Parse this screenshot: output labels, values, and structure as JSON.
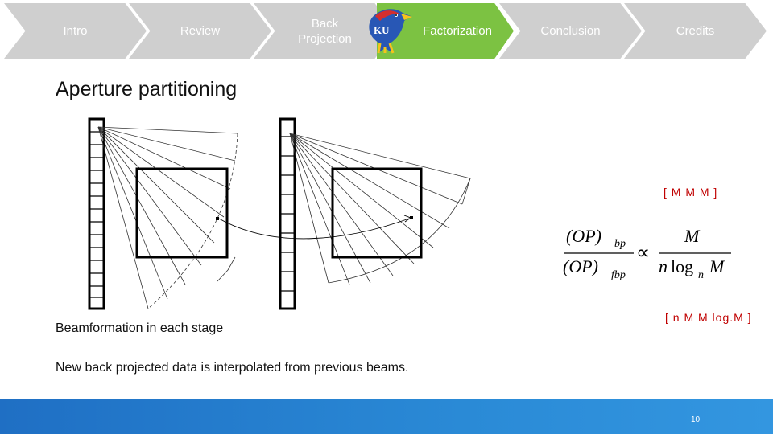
{
  "nav": {
    "items": [
      {
        "label": "Intro"
      },
      {
        "label": "Review"
      },
      {
        "label_line1": "Back",
        "label_line2": "Projection"
      },
      {
        "label": "Factorization"
      },
      {
        "label": "Conclusion"
      },
      {
        "label": "Credits"
      }
    ],
    "active_color": "#7cc242",
    "inactive_color": "#cfcfcf",
    "logo_text": "KU"
  },
  "slide": {
    "title": "Aperture partitioning",
    "figure_caption": "Beamformation in each stage",
    "note": "New back projected data is interpolated from previous beams.",
    "matrix_top": "[ M M M ]",
    "matrix_bottom": "[ n M M log.M ]"
  },
  "formula": {
    "lhs_num": "(OP)",
    "lhs_num_sub": "bp",
    "lhs_den": "(OP)",
    "lhs_den_sub": "fbp",
    "prop": "∝",
    "rhs_num": "M",
    "rhs_den_n": "n",
    "rhs_den_log": "log",
    "rhs_den_sub": "n",
    "rhs_den_M": "M"
  },
  "footer": {
    "page_number": "10",
    "color": "#2a8ad6"
  }
}
